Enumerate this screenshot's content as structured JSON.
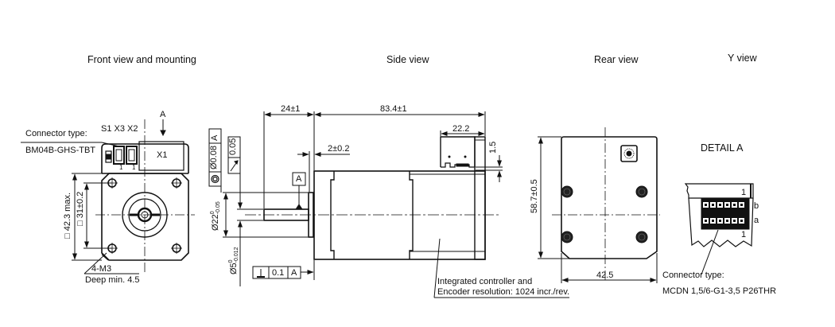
{
  "views": {
    "front": {
      "title": "Front view and mounting"
    },
    "side": {
      "title": "Side view"
    },
    "rear": {
      "title": "Rear view"
    },
    "y": {
      "title": "Y view"
    }
  },
  "front_view": {
    "connector_type_label": "Connector type:",
    "connector_type_value": "BM04B-GHS-TBT",
    "connector_ids": "S1 X3 X2",
    "section_marker": "A",
    "x1_label": "X1",
    "pin_1_left": "1",
    "pin_1_right": "1",
    "dim_outer_square": "42.3 max.",
    "dim_hole_square": "31±0.2",
    "square_symbol": "□",
    "mounting_thread": "4-M3",
    "mounting_depth": "Deep min. 4.5"
  },
  "side_view": {
    "dim_shaft_length": "24±1",
    "dim_body_length": "83.4±1",
    "dim_flange": "2±0.2",
    "dim_connector_width": "22.2",
    "dim_connector_offset": "1.5",
    "datum_label": "A",
    "concentricity_tolerance": "Ø0.08",
    "concentricity_datum": "A",
    "runout_tolerance": "0.05",
    "dim_pilot_diameter": "Ø22",
    "pilot_tol_upper": "0",
    "pilot_tol_lower": "-0.05",
    "dim_shaft_diameter": "Ø5",
    "shaft_tol_upper": "0",
    "shaft_tol_lower": "-0.012",
    "perpendicularity_tolerance": "0.1",
    "perpendicularity_datum": "A",
    "annotation_line1": "Integrated controller and",
    "annotation_line2": "Encoder resolution: 1024 incr./rev."
  },
  "rear_view": {
    "dim_height": "58.7±0.5",
    "dim_width": "42.5"
  },
  "detail_a": {
    "title": "DETAIL A",
    "row_b": "b",
    "row_a": "a",
    "pin_top": "1",
    "pin_bottom": "1",
    "connector_type_label": "Connector type:",
    "connector_type_value": "MCDN 1,5/6-G1-3,5  P26THR"
  }
}
